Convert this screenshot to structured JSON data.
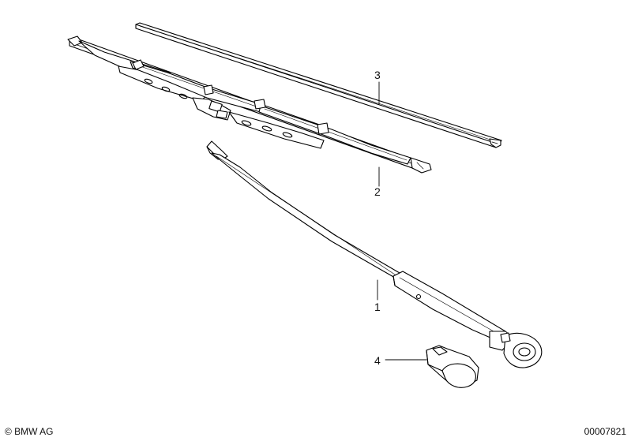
{
  "parts": [
    {
      "number": "1",
      "part": "wiper-arm"
    },
    {
      "number": "2",
      "part": "wiper-blade"
    },
    {
      "number": "3",
      "part": "wiper-rubber-insert"
    },
    {
      "number": "4",
      "part": "cap"
    }
  ],
  "footer": {
    "copyright": "© BMW AG",
    "diagram_number": "00007821"
  }
}
